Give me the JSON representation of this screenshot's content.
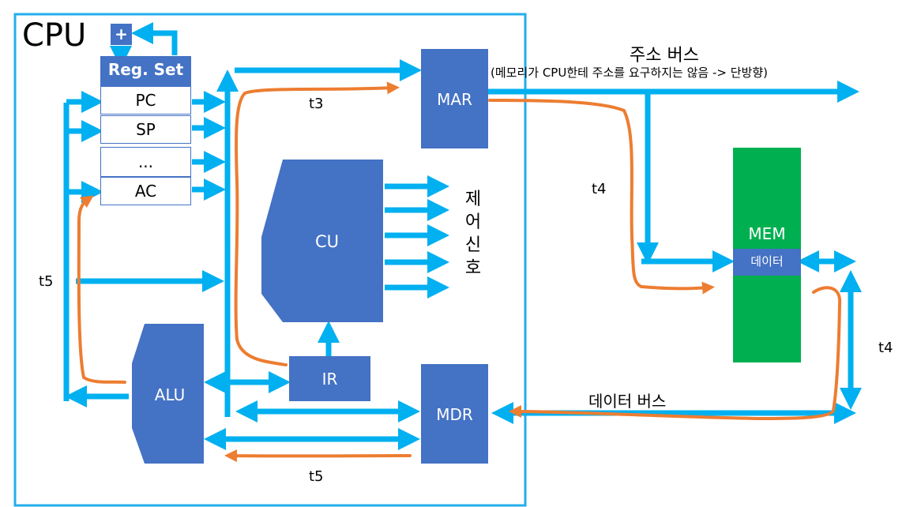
{
  "cpu_label": "CPU",
  "plus_symbol": "+",
  "register_set": {
    "title": "Reg. Set",
    "registers": [
      "PC",
      "SP",
      "...",
      "AC"
    ]
  },
  "units": {
    "cu": "CU",
    "ir": "IR",
    "alu": "ALU",
    "mar": "MAR",
    "mdr": "MDR",
    "mem": "MEM",
    "mem_data": "데이터"
  },
  "control_signal": [
    "제",
    "어",
    "신",
    "호"
  ],
  "address_bus": {
    "title": "주소 버스",
    "note": "(메모리가 CPU한테 주소를 요구하지는 않음 -> 단방향)"
  },
  "data_bus": "데이터 버스",
  "timing_labels": {
    "t3": "t3",
    "t4_left": "t4",
    "t4_right": "t4",
    "t5_left": "t5",
    "t5_bottom": "t5"
  },
  "colors": {
    "cpu_border": "#23aeec",
    "bus": "#00b0f0",
    "unit_fill": "#4472c4",
    "memory_fill": "#00b050",
    "flow_path": "#ed7d31"
  }
}
